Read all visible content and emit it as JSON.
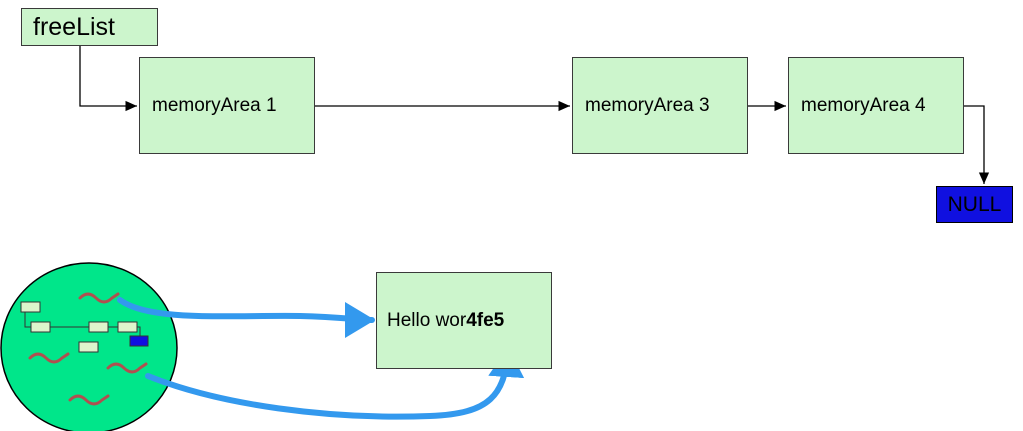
{
  "free_list": {
    "label": "freeList"
  },
  "nodes": [
    {
      "label": "memoryArea 1"
    },
    {
      "label": "memoryArea 3"
    },
    {
      "label": "memoryArea 4"
    }
  ],
  "null_node": {
    "label": "NULL",
    "color": "#1010e0"
  },
  "buffer": {
    "text_plain": "Hello wor",
    "text_bold": "4fe5"
  },
  "colors": {
    "node_fill": "#ccf5cc",
    "circle_fill": "#00e68a",
    "arrow_blue": "#3399ee",
    "squiggle": "#b05050"
  }
}
